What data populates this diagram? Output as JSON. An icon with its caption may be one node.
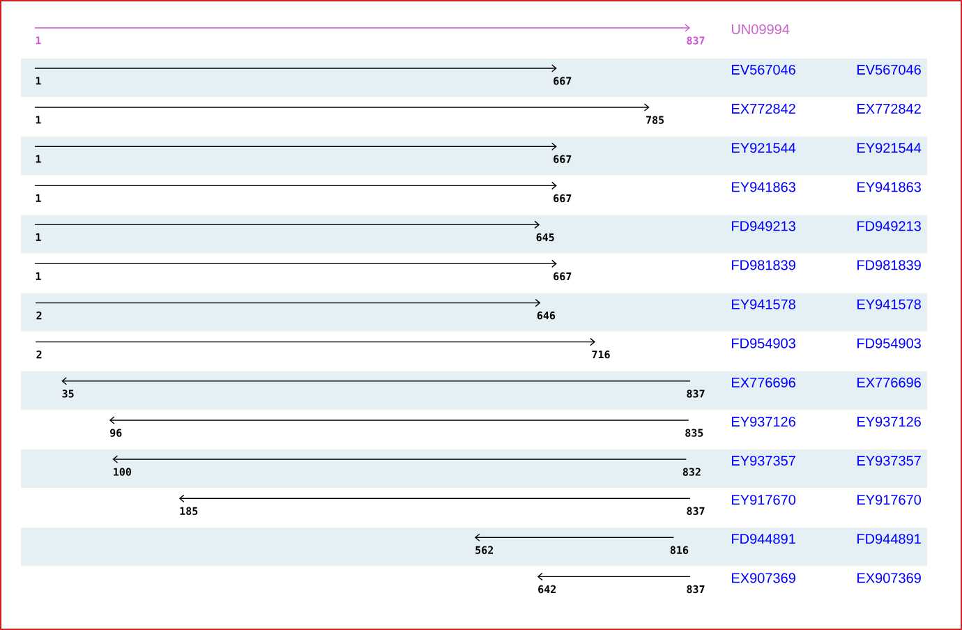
{
  "diagram": {
    "nodes": [
      {
        "text": [
          "1"
        ]
      },
      {
        "text": [
          "837"
        ]
      },
      {
        "text": [
          "1"
        ]
      },
      {
        "text": [
          "667"
        ]
      },
      {
        "text": [
          "1"
        ]
      },
      {
        "text": [
          "785"
        ]
      },
      {
        "text": [
          "1"
        ]
      },
      {
        "text": [
          "667"
        ]
      },
      {
        "text": [
          "1"
        ]
      },
      {
        "text": [
          "667"
        ]
      },
      {
        "text": [
          "1"
        ]
      },
      {
        "text": [
          "645"
        ]
      },
      {
        "text": [
          "1"
        ]
      },
      {
        "text": [
          "667"
        ]
      },
      {
        "text": [
          "2"
        ]
      },
      {
        "text": [
          "646"
        ]
      },
      {
        "text": [
          "2"
        ]
      },
      {
        "text": [
          "716"
        ]
      },
      {
        "text": [
          "35"
        ]
      },
      {
        "text": [
          "837"
        ]
      },
      {
        "text": [
          "96"
        ]
      },
      {
        "text": [
          "835"
        ]
      },
      {
        "text": [
          "100"
        ]
      },
      {
        "text": [
          "832"
        ]
      },
      {
        "text": [
          "185"
        ]
      },
      {
        "text": [
          "837"
        ]
      },
      {
        "text": [
          "562"
        ]
      },
      {
        "text": [
          "816"
        ]
      },
      {
        "text": [
          "642"
        ]
      },
      {
        "text": [
          "837"
        ]
      }
    ],
    "edges": [
      {
        "from": 0,
        "to": 1,
        "arrow": "to",
        "color": "#cc55cc"
      },
      {
        "from": 2,
        "to": 3,
        "arrow": "to"
      },
      {
        "from": 4,
        "to": 5,
        "arrow": "to"
      },
      {
        "from": 6,
        "to": 7,
        "arrow": "to"
      },
      {
        "from": 8,
        "to": 9,
        "arrow": "to"
      },
      {
        "from": 10,
        "to": 11,
        "arrow": "to"
      },
      {
        "from": 12,
        "to": 13,
        "arrow": "to"
      },
      {
        "from": 14,
        "to": 15,
        "arrow": "to"
      },
      {
        "from": 16,
        "to": 17,
        "arrow": "to"
      },
      {
        "from": 19,
        "to": 18,
        "arrow": "to"
      },
      {
        "from": 21,
        "to": 20,
        "arrow": "to"
      },
      {
        "from": 23,
        "to": 22,
        "arrow": "to"
      },
      {
        "from": 25,
        "to": 24,
        "arrow": "to"
      },
      {
        "from": 27,
        "to": 26,
        "arrow": "to"
      },
      {
        "from": 29,
        "to": 28,
        "arrow": "to"
      }
    ],
    "labels": [
      "UN09994",
      "EV567046",
      "EV567046",
      "EX772842",
      "EX772842",
      "EY921544",
      "EY921544",
      "EY941863",
      "EY941863",
      "FD949213",
      "FD949213",
      "FD981839",
      "FD981839",
      "EY941578",
      "EY941578",
      "FD954903",
      "FD954903",
      "EX776696",
      "EX776696",
      "EY937126",
      "EY937126",
      "EY937357",
      "EY937357",
      "EY917670",
      "EY917670",
      "FD944891",
      "FD944891",
      "EX907369",
      "EX907369"
    ]
  }
}
